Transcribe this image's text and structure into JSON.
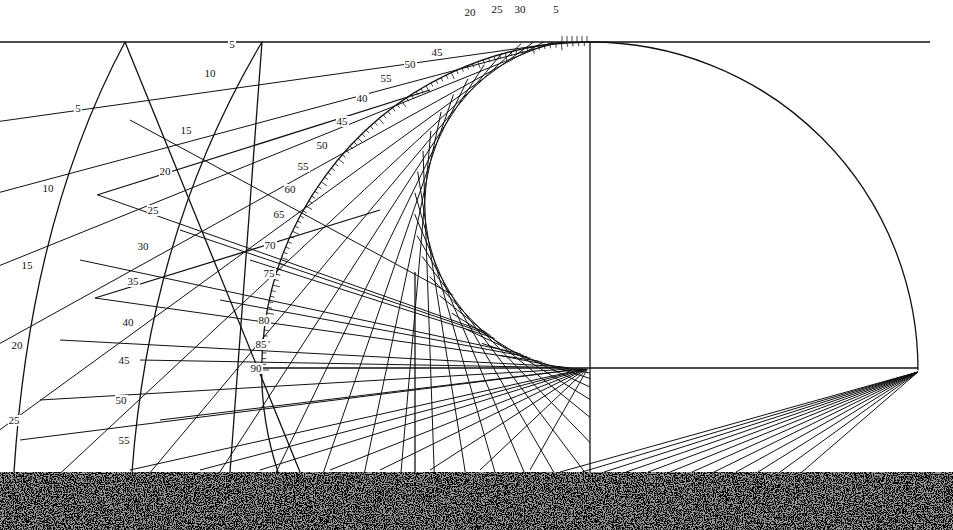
{
  "diagram": {
    "labels": [
      "20",
      "25",
      "30",
      "5",
      "45",
      "50",
      "55",
      "40",
      "45",
      "50",
      "55",
      "60",
      "65",
      "70",
      "75",
      "80",
      "85",
      "90",
      "5",
      "10",
      "15",
      "20",
      "25",
      "30",
      "35",
      "40",
      "45",
      "50",
      "55",
      "5",
      "10",
      "15",
      "20",
      "25"
    ]
  }
}
